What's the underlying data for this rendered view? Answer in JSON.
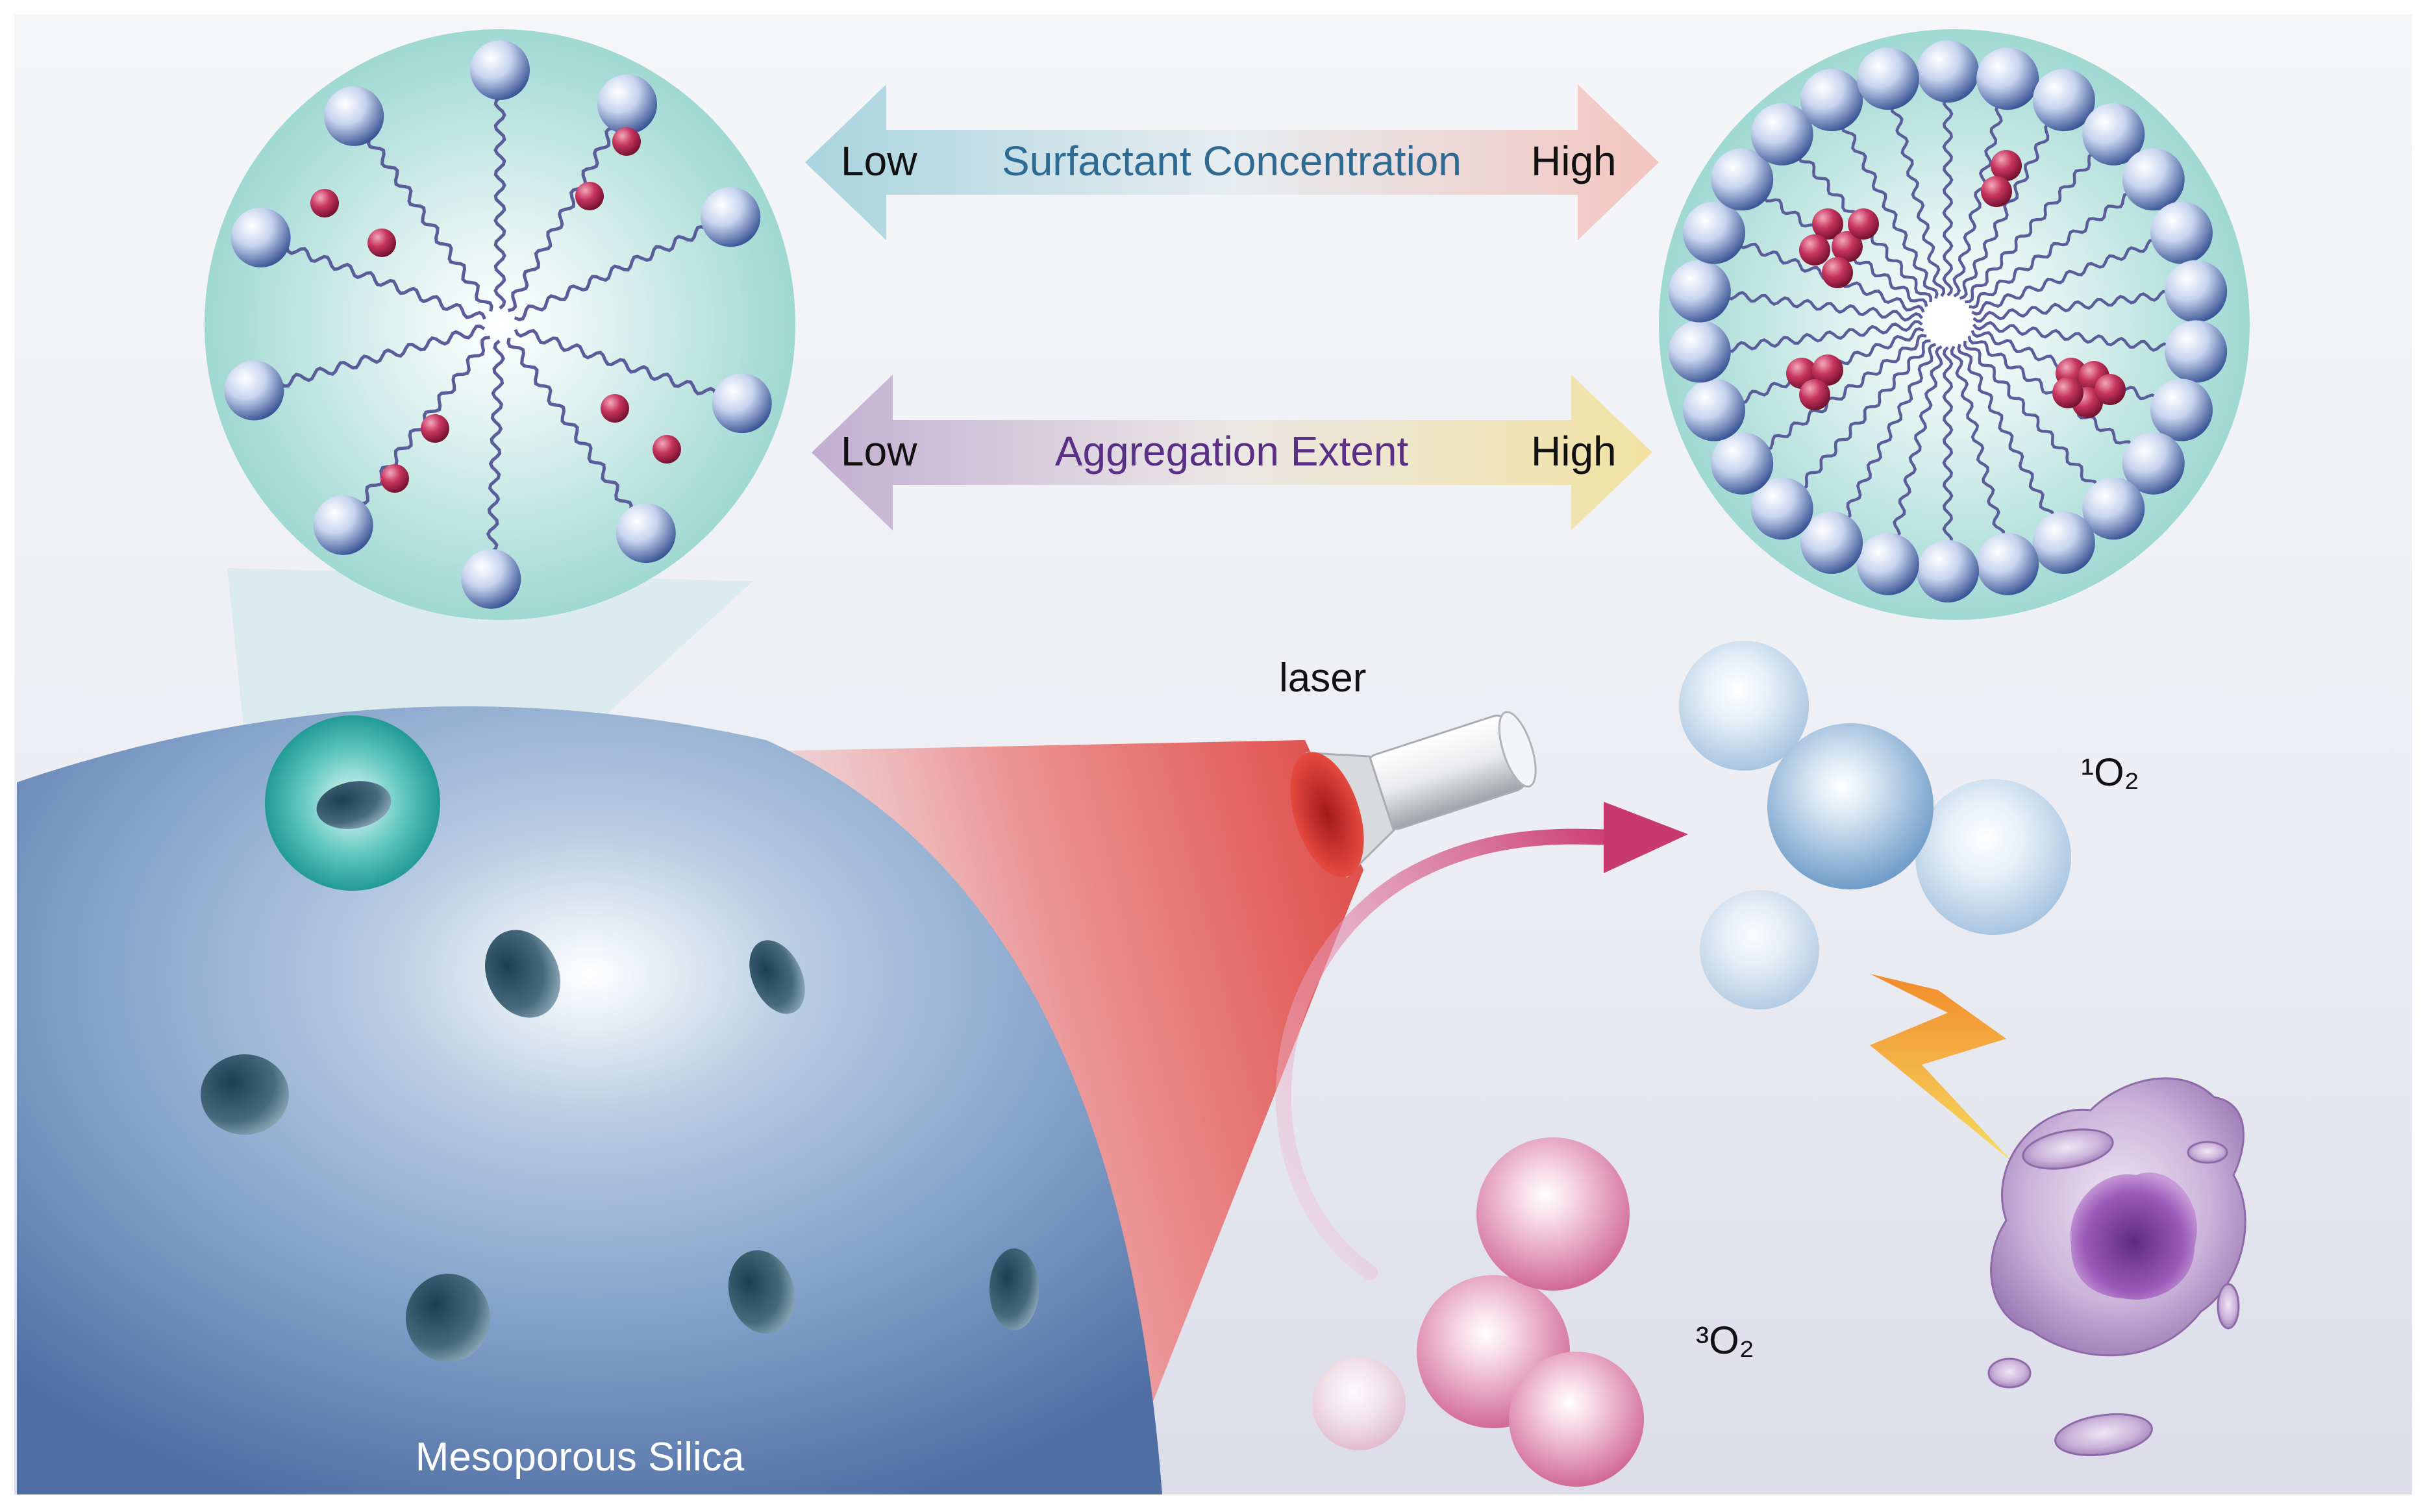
{
  "arrows": {
    "surfactant": {
      "low_label": "Low",
      "title": "Surfactant Concentration",
      "high_label": "High",
      "colors": {
        "low": "#a9d4df",
        "high": "#f3c5c0",
        "title": "#2f6a93"
      }
    },
    "aggregation": {
      "low_label": "Low",
      "title": "Aggregation Extent",
      "high_label": "High",
      "colors": {
        "low": "#c2aed2",
        "high": "#f1e2a2",
        "title": "#5a2f86"
      }
    }
  },
  "labels": {
    "laser": "laser",
    "singlet_oxygen": "¹O₂",
    "triplet_oxygen": "³O₂",
    "silica": "Mesoporous Silica"
  },
  "colors": {
    "background": "#eceef4",
    "silica": "#5a7fb0",
    "micelle_bg": "#b3e3dd",
    "surfactant_head": "#7d96cc",
    "photosensitizer": "#b5284f",
    "laser_beam": "#d63a3a",
    "singlet_oxygen": "#8ab0d6",
    "triplet_oxygen": "#e07ea4",
    "cell": "#b493c9",
    "lightning": "#f4a62a"
  },
  "icons": [
    "laser-pointer-icon",
    "lightning-bolt-icon",
    "curved-arrow-icon",
    "tumor-cell-icon"
  ]
}
